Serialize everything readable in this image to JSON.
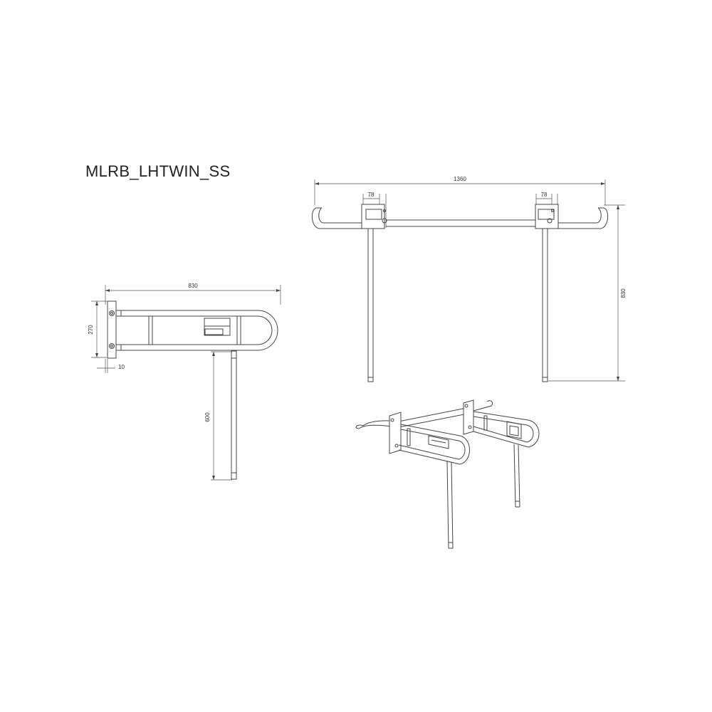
{
  "title": "MLRB_LHTWIN_SS",
  "side_view": {
    "width_label": "830",
    "height_label": "270",
    "depth_label": "10",
    "leg_label": "600"
  },
  "front_view": {
    "total_width_label": "1360",
    "bracket_left_label": "78",
    "bracket_right_label": "78",
    "height_label": "830"
  },
  "colors": {
    "line": "#444444",
    "background": "#ffffff",
    "text": "#222222"
  }
}
